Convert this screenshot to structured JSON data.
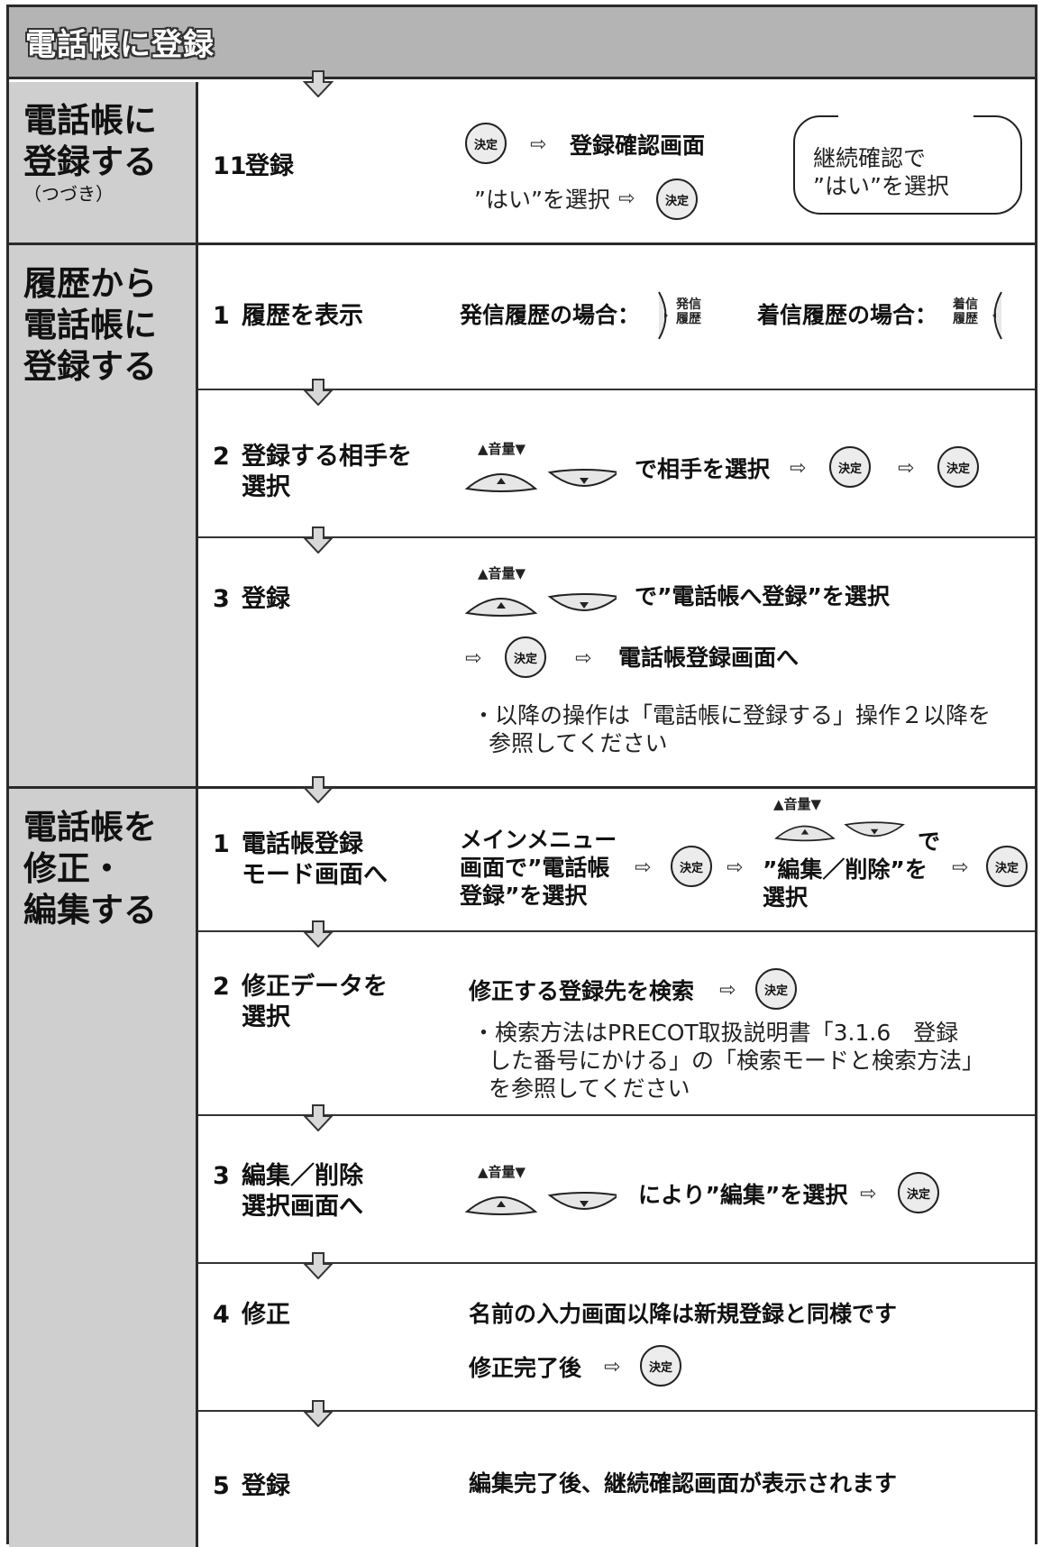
{
  "header": {
    "title": "電話帳に登録"
  },
  "sections": [
    {
      "title_lines": [
        "電話帳に",
        "登録する"
      ],
      "subtitle": "（つづき）"
    },
    {
      "title_lines": [
        "履歴から",
        "電話帳に",
        "登録する"
      ]
    },
    {
      "title_lines": [
        "電話帳を",
        "修正・",
        "編集する"
      ]
    }
  ],
  "common": {
    "enter_button": "決定",
    "volume_label": "▲音量▼",
    "arrow": "⇨"
  },
  "s1": {
    "step11": {
      "num": "11",
      "label": "登録"
    },
    "line1": "登録確認画面",
    "line2": "”はい”を選択",
    "note": [
      "継続確認で",
      "”はい”を選択"
    ]
  },
  "s2": {
    "step1": {
      "num": "1",
      "label": "履歴を表示"
    },
    "outgoing": "発信履歴の場合：",
    "incoming": "着信履歴の場合：",
    "outgoing_key": [
      "発信",
      "履歴"
    ],
    "incoming_key": [
      "着信",
      "履歴"
    ],
    "step2": {
      "num": "2",
      "label": [
        "登録する相手を",
        "選択"
      ]
    },
    "step2_text": "で相手を選択",
    "step3": {
      "num": "3",
      "label": "登録"
    },
    "step3_text": "で”電話帳へ登録”を選択",
    "step3_dest": "電話帳登録画面へ",
    "step3_note": [
      "・以降の操作は「電話帳に登録する」操作２以降を",
      "参照してください"
    ]
  },
  "s3": {
    "step1": {
      "num": "1",
      "label": [
        "電話帳登録",
        "モード画面へ"
      ]
    },
    "step1_text": [
      "メインメニュー",
      "画面で”電話帳",
      "登録”を選択"
    ],
    "step1_text2": [
      "で",
      "”編集／削除”を",
      "選択"
    ],
    "step2": {
      "num": "2",
      "label": [
        "修正データを",
        "選択"
      ]
    },
    "step2_text": "修正する登録先を検索",
    "step2_note": [
      "・検索方法はPRECOT取扱説明書「3.1.6　登録",
      "した番号にかける」の「検索モードと検索方法」",
      "を参照してください"
    ],
    "step3": {
      "num": "3",
      "label": [
        "編集／削除",
        "選択画面へ"
      ]
    },
    "step3_text": "により”編集”を選択",
    "step4": {
      "num": "4",
      "label": "修正"
    },
    "step4_text1": "名前の入力画面以降は新規登録と同様です",
    "step4_text2": "修正完了後",
    "step5": {
      "num": "5",
      "label": "登録"
    },
    "step5_text": "編集完了後、継続確認画面が表示されます"
  }
}
